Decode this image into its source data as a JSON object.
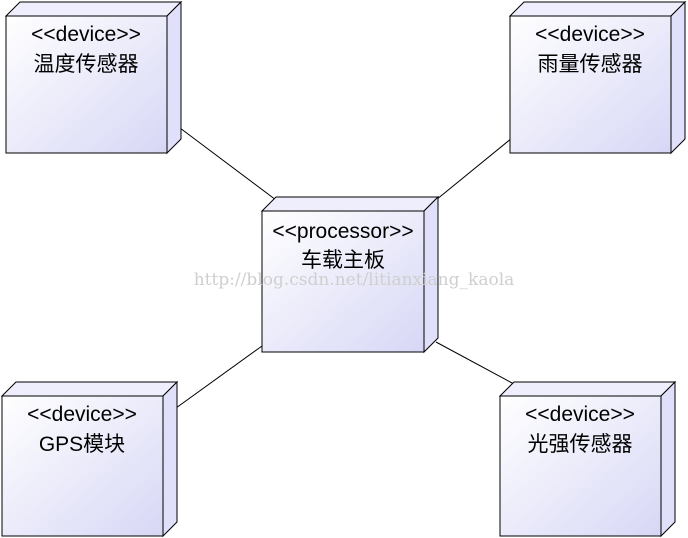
{
  "colors": {
    "box_gradient_start": "#ffffff",
    "box_gradient_end": "#d7d7f6",
    "box_side": "#e0e0fa",
    "box_top": "#eeeefd",
    "outline": "#000000",
    "watermark": "#cfcfcf"
  },
  "nodes": {
    "temp_sensor": {
      "stereotype": "<<device>>",
      "name": "温度传感器"
    },
    "rain_sensor": {
      "stereotype": "<<device>>",
      "name": "雨量传感器"
    },
    "mainboard": {
      "stereotype": "<<processor>>",
      "name": "车载主板"
    },
    "gps_module": {
      "stereotype": "<<device>>",
      "name": "GPS模块"
    },
    "light_sensor": {
      "stereotype": "<<device>>",
      "name": "光强传感器"
    }
  },
  "watermark": "http://blog.csdn.net/litianxiang_kaola"
}
